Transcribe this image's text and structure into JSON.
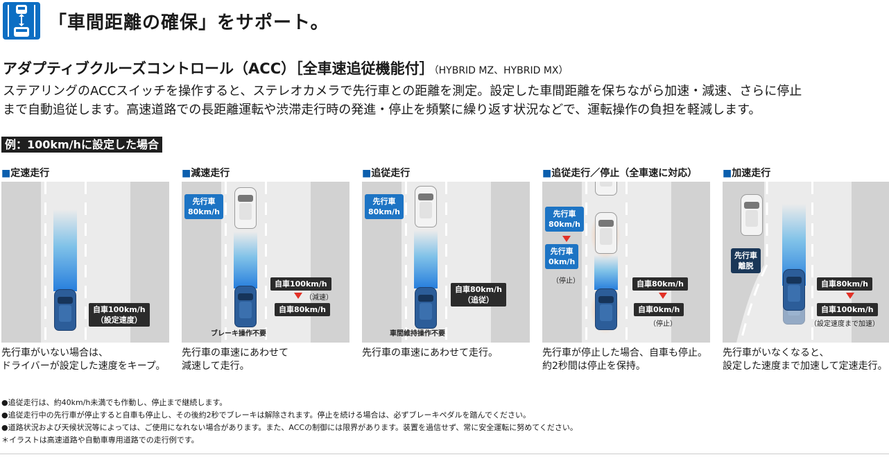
{
  "header": {
    "icon": "car-distance-icon",
    "title": "「車間距離の確保」をサポート。"
  },
  "section": {
    "title": "アダプティブクルーズコントロール（ACC）［全車速追従機能付］",
    "models": "（HYBRID MZ、HYBRID MX）",
    "description": [
      "ステアリングのACCスイッチを操作すると、ステレオカメラで先行車との距離を測定。設定した車間距離を保ちながら加速・減速、さらに停止",
      "まで自動追従します。高速道路での長距離運転や渋滞走行時の発進・停止を頻繁に繰り返す状況などで、運転操作の負担を軽減します。"
    ]
  },
  "example_label": "例：100km/hに設定した場合",
  "scenes": [
    {
      "mark": "■",
      "title": "定速走行",
      "own_label": [
        "自車100km/h",
        "（設定速度）"
      ],
      "caption": [
        "先行車がいない場合は、",
        "ドライバーが設定した速度をキープ。"
      ]
    },
    {
      "mark": "■",
      "title": "減速走行",
      "lead_label": [
        "先行車",
        "80km/h"
      ],
      "own_from": "自車100km/h",
      "note": "（減速）",
      "own_to": "自車80km/h",
      "bottom_text": "ブレーキ操作不要",
      "caption": [
        "先行車の車速にあわせて",
        "減速して走行。"
      ]
    },
    {
      "mark": "■",
      "title": "追従走行",
      "lead_label": [
        "先行車",
        "80km/h"
      ],
      "own_label": [
        "自車80km/h",
        "（追従）"
      ],
      "bottom_text": "車間維持操作不要",
      "caption": [
        "先行車の車速にあわせて走行。"
      ]
    },
    {
      "mark": "■",
      "title": "追従走行／停止（全車速に対応）",
      "lead_label": [
        "先行車",
        "80km/h"
      ],
      "lead_label2": [
        "先行車",
        "0km/h"
      ],
      "lead_note": "（停止）",
      "own_from": "自車80km/h",
      "own_to": "自車0km/h",
      "own_note": "（停止）",
      "caption": [
        "先行車が停止した場合、自車も停止。",
        "約2秒間は停止を保持。"
      ]
    },
    {
      "mark": "■",
      "title": "加速走行",
      "lead_label": [
        "先行車",
        "離脱"
      ],
      "own_from": "自車80km/h",
      "own_to": "自車100km/h",
      "own_note": "（設定速度まで加速）",
      "caption": [
        "先行車がいなくなると、",
        "設定した速度まで加速して定速走行。"
      ]
    }
  ],
  "notes": [
    "●追従走行は、約40km/h未満でも作動し、停止まで継続します。",
    "●追従走行中の先行車が停止すると自車も停止し、その後約2秒でブレーキは解除されます。停止を続ける場合は、必ずブレーキペダルを踏んでください。",
    "●道路状況および天候状況等によっては、ご使用になれない場合があります。また、ACCの制御には限界があります。装置を過信せず、常に安全運転に努めてください。",
    "＊イラストは高速道路や自動車専用道路での走行例です。"
  ],
  "colors": {
    "accent": "#0c6ec3",
    "label_blue": "#1d74c4",
    "label_navy": "#1a3758",
    "label_dark": "#2b2b2b",
    "arrow_red": "#e23127"
  }
}
